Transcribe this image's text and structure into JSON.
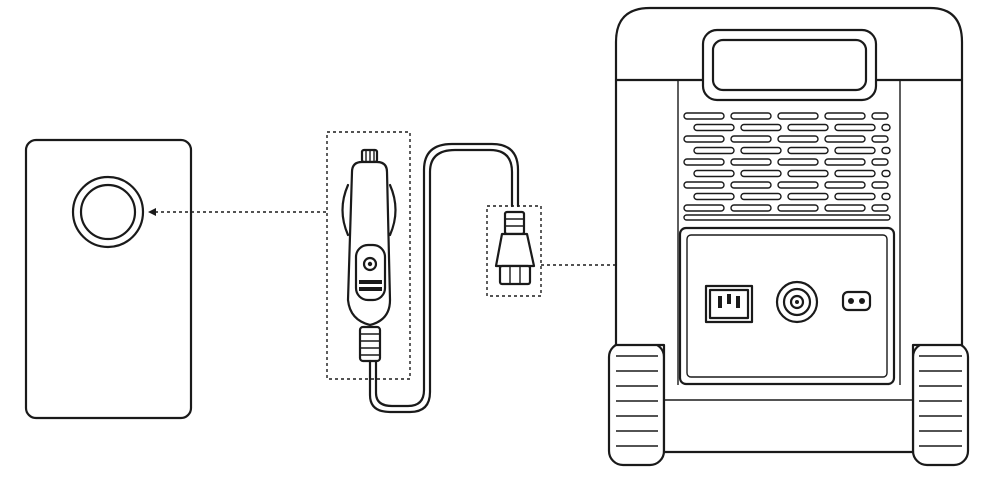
{
  "diagram": {
    "components": [
      {
        "id": "device",
        "icon": "device-with-round-socket-icon"
      },
      {
        "id": "car-charger-plug",
        "icon": "cigarette-lighter-plug-icon"
      },
      {
        "id": "dc-plug",
        "icon": "dc-connector-plug-icon"
      },
      {
        "id": "power-station",
        "icon": "portable-power-station-icon"
      }
    ],
    "connections": [
      {
        "from": "car-charger-plug",
        "to": "device",
        "style": "dashed-arrow"
      },
      {
        "from": "dc-plug",
        "to": "power-station-dc-port",
        "style": "dashed-arrow"
      }
    ],
    "colors": {
      "line": "#1a1a1a",
      "background": "#ffffff"
    }
  }
}
